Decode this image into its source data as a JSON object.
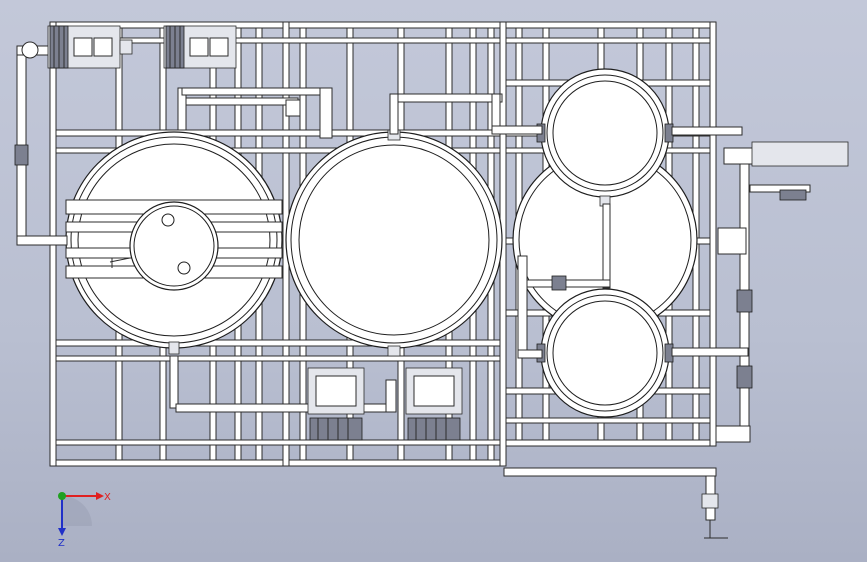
{
  "viewport": {
    "background_top": "#c3c8d9",
    "background_bottom": "#aab0c4"
  },
  "triad": {
    "x_label": "X",
    "z_label": "Z",
    "x_color": "#e02020",
    "y_color": "#20a020",
    "z_color": "#2030c8"
  },
  "model": {
    "components": [
      "frame-left-section",
      "frame-middle-section",
      "frame-right-section",
      "large-tank-left",
      "large-tank-middle",
      "tank-right-back",
      "small-tank-top",
      "small-tank-bottom",
      "motor-pump-1",
      "motor-pump-2",
      "pump-unit-bottom-1",
      "pump-unit-bottom-2",
      "piping"
    ]
  }
}
